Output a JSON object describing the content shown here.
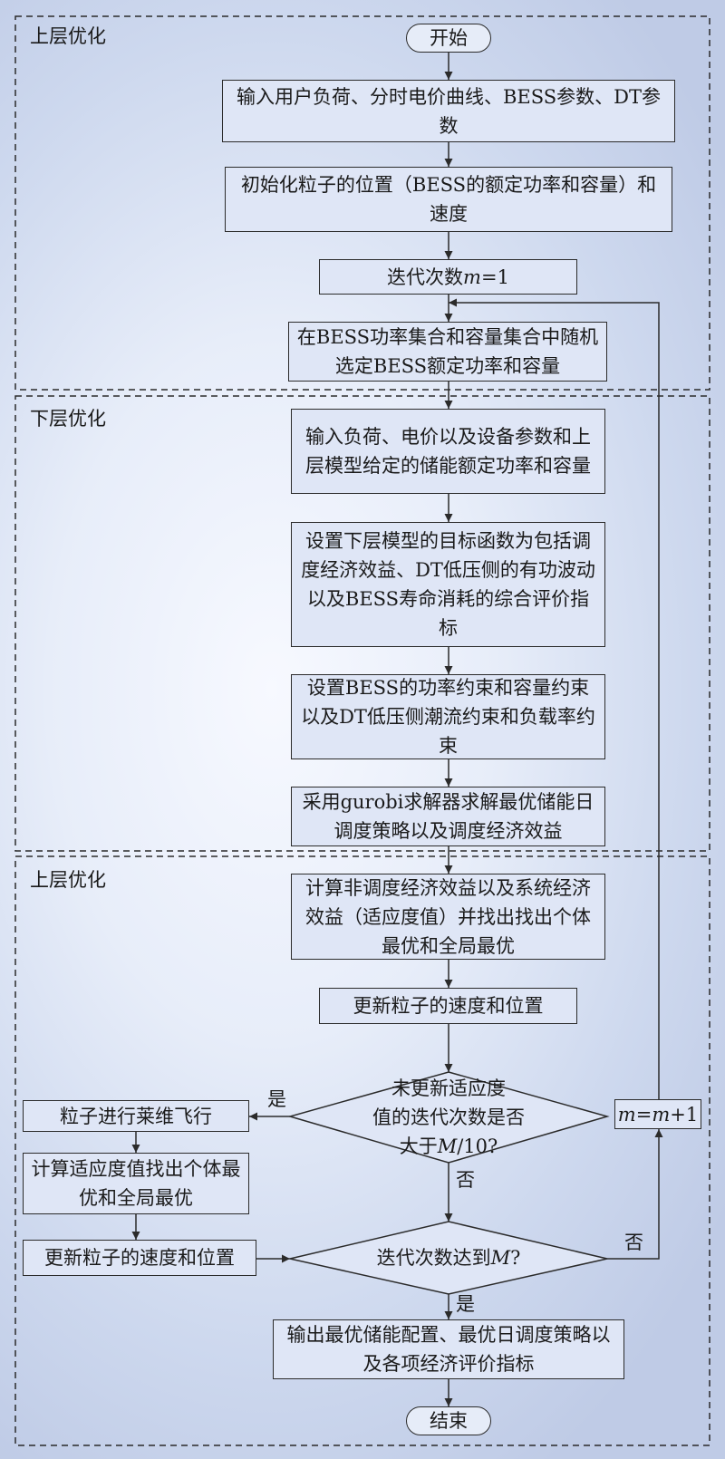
{
  "sections": [
    {
      "title": "上层优化"
    },
    {
      "title": "下层优化"
    },
    {
      "title": "上层优化"
    }
  ],
  "nodes": {
    "start": "开始",
    "input_params": "输入用户负荷、分时电价曲线、BESS参数、DT参数",
    "init_particles": "初始化粒子的位置（BESS的额定功率和容量）和速度",
    "iter_init": {
      "prefix": "迭代次数",
      "var": "m",
      "suffix": "=1"
    },
    "random_select": "在BESS功率集合和容量集合中随机选定BESS额定功率和容量",
    "lower_input": "输入负荷、电价以及设备参数和上层模型给定的储能额定功率和容量",
    "lower_objective": "设置下层模型的目标函数为包括调度经济效益、DT低压侧的有功波动以及BESS寿命消耗的综合评价指标",
    "lower_constraints": "设置BESS的功率约束和容量约束以及DT低压侧潮流约束和负载率约束",
    "gurobi": "采用gurobi求解器求解最优储能日调度策略以及调度经济效益",
    "compute_fitness": "计算非调度经济效益以及系统经济效益（适应度值）并找出找出个体最优和全局最优",
    "update_velocity": "更新粒子的速度和位置",
    "decision_stagnation": {
      "line1": "未更新适应度",
      "line2": "值的迭代次数是否",
      "line3_prefix": "大于",
      "line3_var": "M",
      "line3_suffix": "/10?"
    },
    "levy_flight": "粒子进行莱维飞行",
    "compute_fitness_2": "计算适应度值找出个体最优和全局最优",
    "update_velocity_2": "更新粒子的速度和位置",
    "decision_max_iter": {
      "prefix": "迭代次数达到",
      "var": "M",
      "suffix": "?"
    },
    "iter_increment": {
      "var1": "m",
      "eq": "=",
      "var2": "m",
      "suffix": "+1"
    },
    "output": "输出最优储能配置、最优日调度策略以及各项经济评价指标",
    "end": "结束"
  },
  "edge_labels": {
    "yes_1": "是",
    "no_1": "否",
    "no_2": "否",
    "yes_2": "是"
  },
  "colors": {
    "box_fill": "#dfe6f6",
    "line": "#2b2b2b",
    "background_center": "#f7f9ff",
    "background_edge": "#bfcbe6"
  }
}
